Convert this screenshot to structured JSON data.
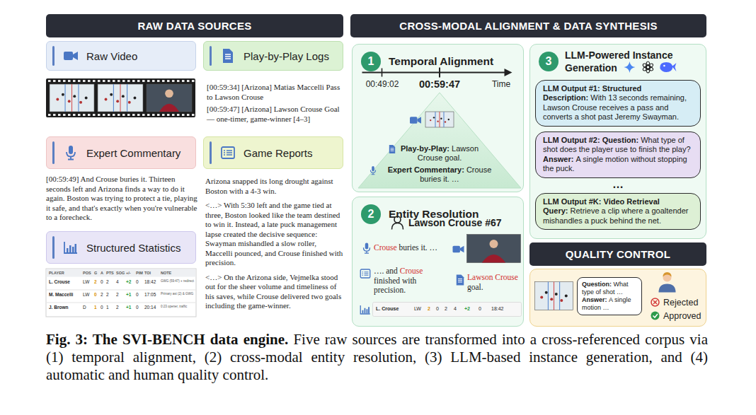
{
  "diagram": {
    "caption": "Fig. 3: The SVI-BENCH data engine. Five raw sources are transformed into a cross-referenced corpus via (1) temporal alignment, (2) cross-modal entity resolution, (3) LLM-based instance generation, and (4) automatic and human quality control.",
    "nodes": [
      {
        "text": [
          "RAW DATA SOURCES"
        ]
      },
      {
        "text": [
          "CROSS-MODAL ALIGNMENT & DATA SYNTHESIS"
        ]
      },
      {
        "text": [
          "Raw Video"
        ]
      },
      {
        "text": [
          "Play-by-Play Logs"
        ]
      },
      {
        "text": [
          "Expert Commentary"
        ]
      },
      {
        "text": [
          "Game Reports"
        ]
      },
      {
        "text": [
          "Structured Statistics"
        ]
      },
      {
        "text": [
          "Temporal Alignment"
        ]
      },
      {
        "text": [
          "1"
        ],
        "in": 7
      },
      {
        "text": [
          "Play-by-Play: Lawson Crouse goal.",
          "Expert Commentary: Crouse buries it. …"
        ],
        "in": 7
      },
      {
        "text": [
          "Entity Resolution"
        ]
      },
      {
        "text": [
          "2"
        ],
        "in": 10
      },
      {
        "text": [
          "LLM-Powered Instance Generation"
        ]
      },
      {
        "text": [
          "3"
        ],
        "in": 12
      },
      {
        "text": [
          "LLM Output #1: Structured Description:",
          "With 13 seconds remaining, Lawson Crouse receives a pass and converts a shot past Jeremy Swayman."
        ],
        "in": 12
      },
      {
        "text": [
          "LLM Output #2: Question:",
          "What type of shot does the player use to finish the play?",
          "Answer:",
          "A single motion without stopping the puck."
        ],
        "in": 12
      },
      {
        "text": [
          "LLM Output #K: Video Retrieval Query:",
          "Retrieve a clip where a goaltender mishandles a puck behind the net."
        ],
        "in": 12
      },
      {
        "text": [
          "QUALITY CONTROL"
        ]
      },
      {
        "text": [
          "Rejected",
          "Approved"
        ]
      },
      {
        "text": [
          "Question:",
          "What type of shot …",
          "Answer:",
          "A single motion …"
        ],
        "in": 18
      }
    ],
    "labels": [
      "[00:59:34] [Arizona] Matias Maccelli Pass to Lawson Crouse",
      "[00:59:47] [Arizona] Lawson Crouse Goal — one-timer, game-winner [4–3]",
      "[00:59:49] And Crouse buries it. Thirteen seconds left and Arizona finds a way to do it again. Boston was trying to protect a tie, playing it safe, and that's exactly when you're vulnerable to a forecheck.",
      "Arizona snapped its long drought against Boston with a 4-3 win.",
      "<…> With 5:30 left and the game tied at three, Boston looked like the team destined to win it. Instead, a late puck management lapse created the decisive sequence: Swayman mishandled a slow roller, Maccelli pounced, and Crouse finished with precision.",
      "<…> On the Arizona side, Vejmelka stood out for the sheer volume and timeliness of his saves, while Crouse delivered two goals including the game-winner.",
      "PLAYER",
      "POS",
      "G",
      "A",
      "PTS",
      "SOG",
      "+/-",
      "PIM",
      "TOI",
      "NOTE",
      "L. Crouse",
      "LW",
      "2",
      "0",
      "2",
      "4",
      "+2",
      "0",
      "18:42",
      "GWG (59:47) + redirect",
      "M. Maccelli",
      "LW",
      "0",
      "2",
      "2",
      "2",
      "+1",
      "0",
      "17:05",
      "Primary ast (2) & GWG",
      "J. Brown",
      "D",
      "1",
      "0",
      "1",
      "2",
      "+1",
      "0",
      "20:14",
      "0:23 opener, traffic",
      "00:49:02",
      "00:59:47",
      "Time",
      "Lawson Crouse #67",
      "Crouse buries it. …",
      "…. and Crouse finished with precision.",
      "Lawson Crouse goal.",
      "L. Crouse",
      "LW",
      "2",
      "0",
      "2",
      "4",
      "+2",
      "0",
      "18:42",
      "…"
    ]
  }
}
